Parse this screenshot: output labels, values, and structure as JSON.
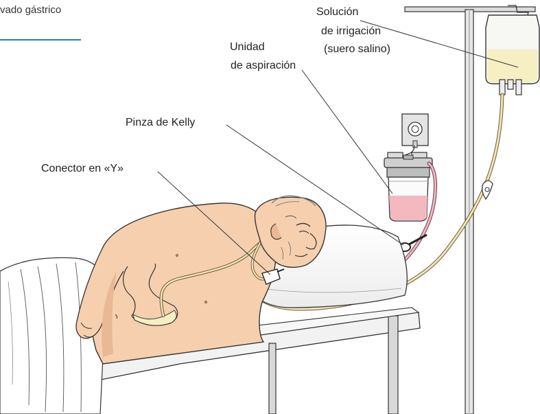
{
  "caption": "vado gástrico",
  "labels": {
    "irrigation_line1": "Solución",
    "irrigation_line2": "de irrigación",
    "irrigation_line3": "(suero salino)",
    "suction_line1": "Unidad",
    "suction_line2": "de aspiración",
    "kelly": "Pinza de Kelly",
    "y_connector": "Conector en «Y»"
  },
  "colors": {
    "skin": "#f6cfae",
    "skin_shadow": "#e9b894",
    "saline": "#f6efc4",
    "suction_fluid": "#f3b8c0",
    "rule": "#2b7fb8"
  }
}
